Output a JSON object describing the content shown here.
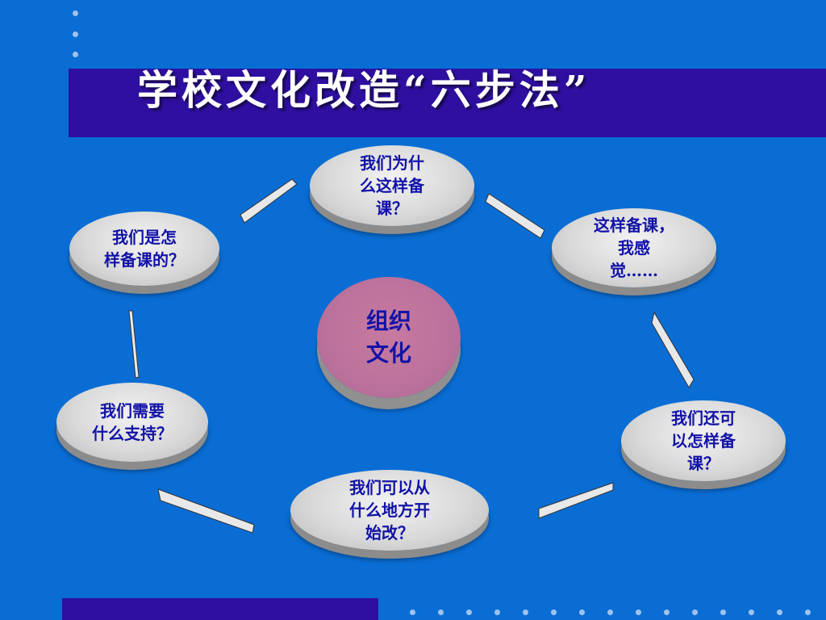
{
  "title": "学校文化改造“六步法”",
  "center": {
    "line1": "组织",
    "line2": "文化"
  },
  "nodes": [
    {
      "id": "top",
      "lines": [
        "我们为什",
        "么这样备",
        "课？"
      ]
    },
    {
      "id": "top-right",
      "lines": [
        "这样备课，",
        "我感",
        "觉……"
      ]
    },
    {
      "id": "bottom-right",
      "lines": [
        "我们还可",
        "以怎样备",
        "课？"
      ]
    },
    {
      "id": "bottom",
      "lines": [
        "我们可以从",
        "什么地方开",
        "始改？"
      ]
    },
    {
      "id": "bottom-left",
      "lines": [
        "我们需要",
        "什么支持？"
      ]
    },
    {
      "id": "top-left",
      "lines": [
        "我们是怎",
        "样备课的？"
      ]
    }
  ],
  "colors": {
    "background": "#0a6dd4",
    "band": "#2e0fa0",
    "node_text": "#1212a8",
    "center_fill": "#b8709a"
  }
}
